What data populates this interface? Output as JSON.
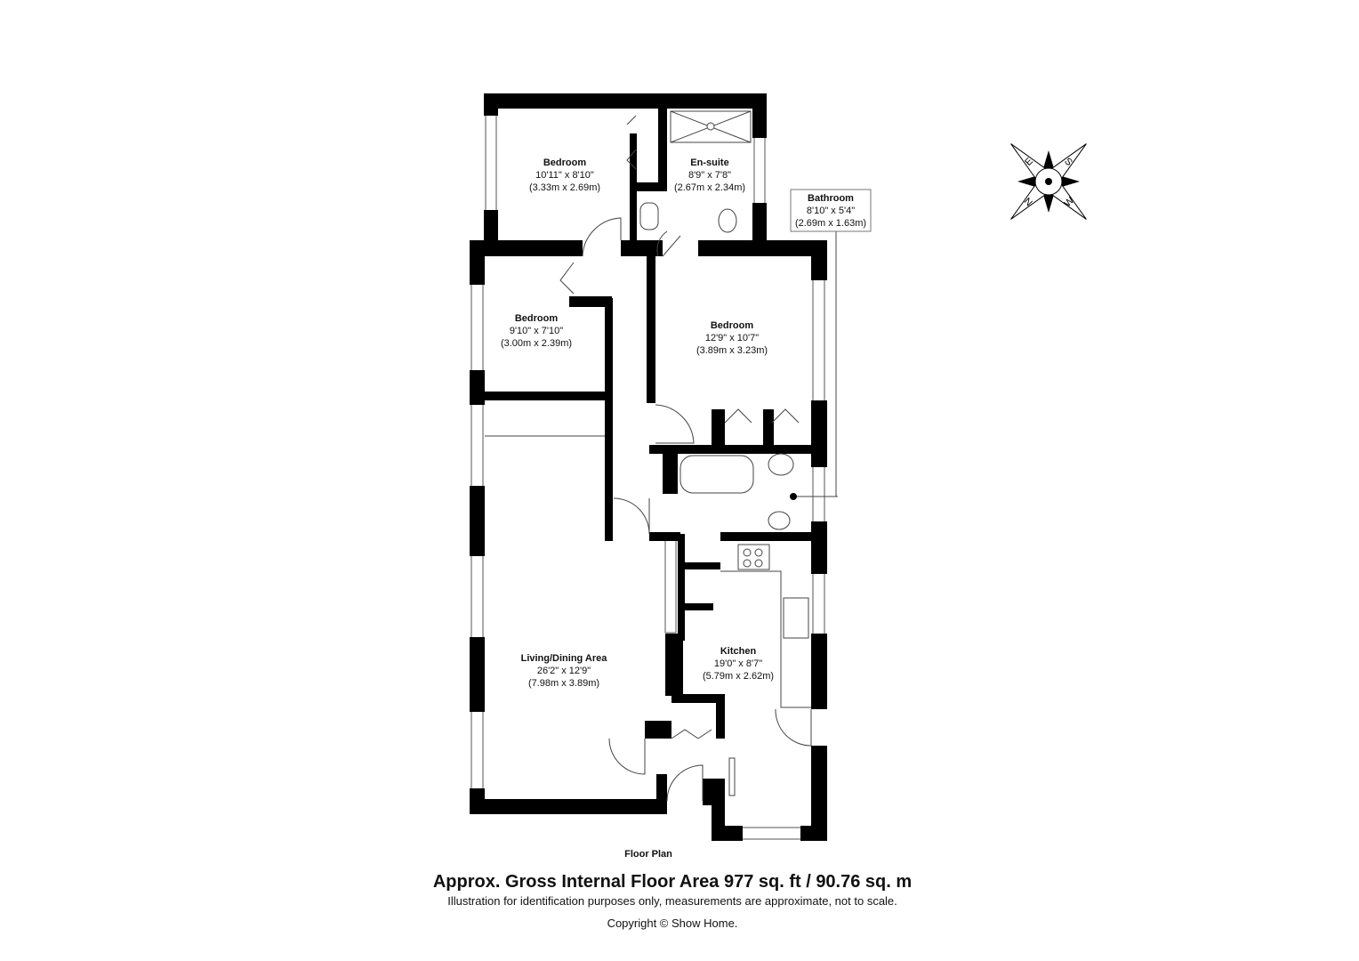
{
  "rooms": {
    "bedroom1": {
      "name": "Bedroom",
      "imperial": "10'11\" x 8'10\"",
      "metric": "(3.33m x 2.69m)"
    },
    "ensuite": {
      "name": "En-suite",
      "imperial": "8'9\" x 7'8\"",
      "metric": "(2.67m x 2.34m)"
    },
    "bathroom": {
      "name": "Bathroom",
      "imperial": "8'10\" x 5'4\"",
      "metric": "(2.69m x 1.63m)"
    },
    "bedroom2": {
      "name": "Bedroom",
      "imperial": "9'10\" x 7'10\"",
      "metric": "(3.00m x 2.39m)"
    },
    "bedroom3": {
      "name": "Bedroom",
      "imperial": "12'9\" x 10'7\"",
      "metric": "(3.89m x 3.23m)"
    },
    "living": {
      "name": "Living/Dining Area",
      "imperial": "26'2\" x 12'9\"",
      "metric": "(7.98m x 3.89m)"
    },
    "kitchen": {
      "name": "Kitchen",
      "imperial": "19'0\" x 8'7\"",
      "metric": "(5.79m x 2.62m)"
    }
  },
  "compass": {
    "letters": [
      "N",
      "E",
      "S",
      "W"
    ]
  },
  "footer": {
    "plan_label": "Floor Plan",
    "area": "Approx. Gross Internal Floor Area 977 sq. ft / 90.76 sq. m",
    "disclaimer": "Illustration for identification purposes only, measurements are approximate, not to scale.",
    "copyright": "Copyright © Show Home."
  }
}
